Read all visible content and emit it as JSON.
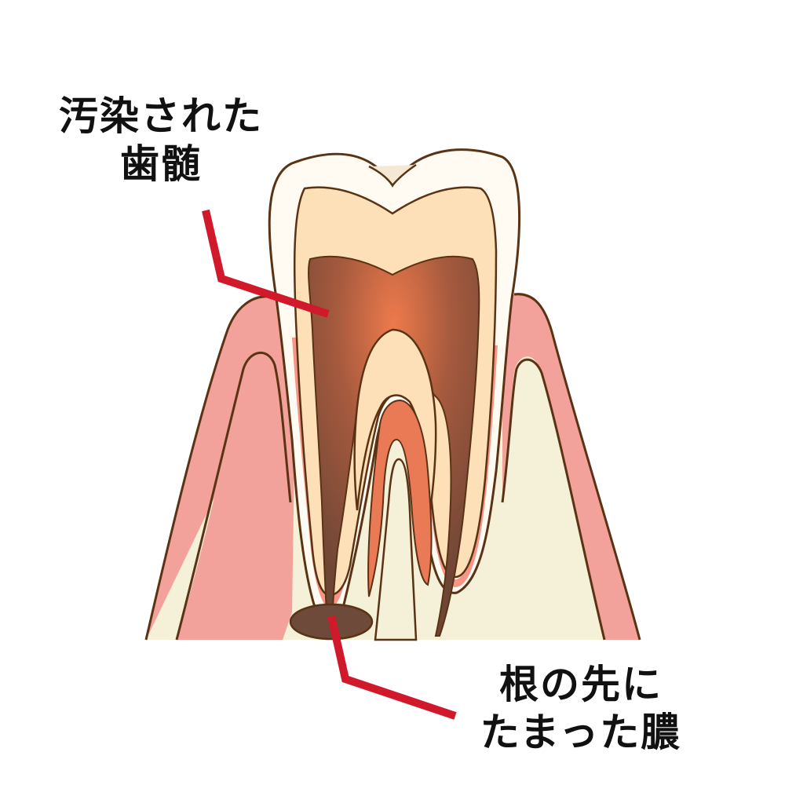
{
  "diagram": {
    "subject": "tooth cross-section with infected pulp and periapical abscess",
    "labels": {
      "infected_pulp": {
        "line1": "汚染された",
        "line2": "歯髄"
      },
      "root_tip_pus": {
        "line1": "根の先に",
        "line2": "たまった膿"
      }
    },
    "colors": {
      "background": "#ffffff",
      "outline": "#5a3214",
      "enamel": "#fffaf2",
      "dentin": "#fde0b8",
      "pulp_center": "#e8744a",
      "pulp_edge": "#7a4a38",
      "gum": "#f2a29a",
      "gum_inner": "#f7897a",
      "bone": "#f5f0d8",
      "pus": "#6e4a3a",
      "leader_line": "#d0192a",
      "label_text": "#111111"
    }
  }
}
